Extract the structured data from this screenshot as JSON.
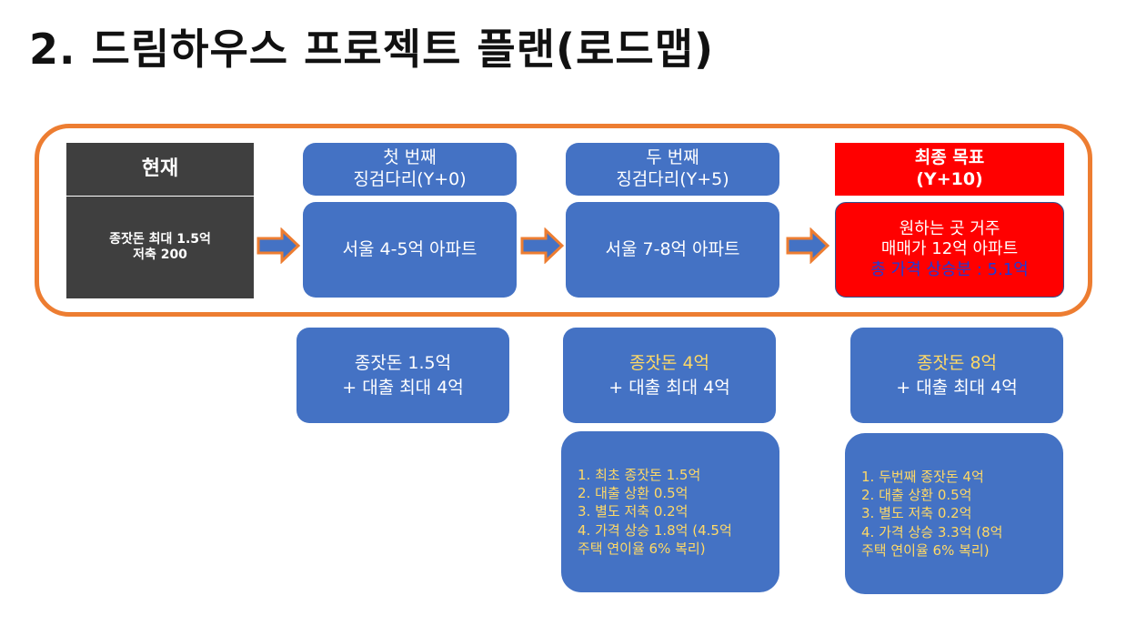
{
  "title": "2. 드림하우스 프로젝트 플랜(로드맵)",
  "current": {
    "header": "현재",
    "lines": [
      "종잣돈 최대 1.5억",
      "저축 200"
    ]
  },
  "stage1": {
    "header_line1": "첫 번째",
    "header_line2": "징검다리(Y+0)",
    "main": "서울 4-5억 아파트",
    "fund_line1": "종잣돈 1.5억",
    "fund_line2": "+ 대출 최대 4억"
  },
  "stage2": {
    "header_line1": "두 번째",
    "header_line2": "징검다리(Y+5)",
    "main": "서울 7-8억 아파트",
    "fund_line1": "종잣돈 4억",
    "fund_line2": "+ 대출 최대 4억",
    "notes": [
      "1. 최초 종잣돈 1.5억",
      "2. 대출 상환 0.5억",
      "3. 별도 저축 0.2억",
      "4. 가격 상승 1.8억 (4.5억",
      "주택 연이율 6% 복리)"
    ]
  },
  "final": {
    "header_line1": "최종 목표",
    "header_line2": "(Y+10)",
    "main_line1": "원하는 곳 거주",
    "main_line2": "매매가 12억 아파트",
    "main_line3": "총 가격 상승분 : 5.1억",
    "fund_line1": "종잣돈 8억",
    "fund_line2": "+ 대출 최대 4억",
    "notes": [
      "1. 두번째 종잣돈 4억",
      "2. 대출 상환 0.5억",
      "3. 별도 저축 0.2억",
      "4. 가격 상승 3.3억 (8억",
      "주택 연이율 6% 복리)"
    ]
  },
  "colors": {
    "frame": "#ed7d31",
    "box_blue": "#4472c4",
    "box_dark": "#3f3f3f",
    "box_red": "#ff0000",
    "highlight_gold": "#ffd966",
    "highlight_blue": "#1f3bd6",
    "arrow_fill": "#4472c4",
    "arrow_stroke": "#ed7d31"
  }
}
